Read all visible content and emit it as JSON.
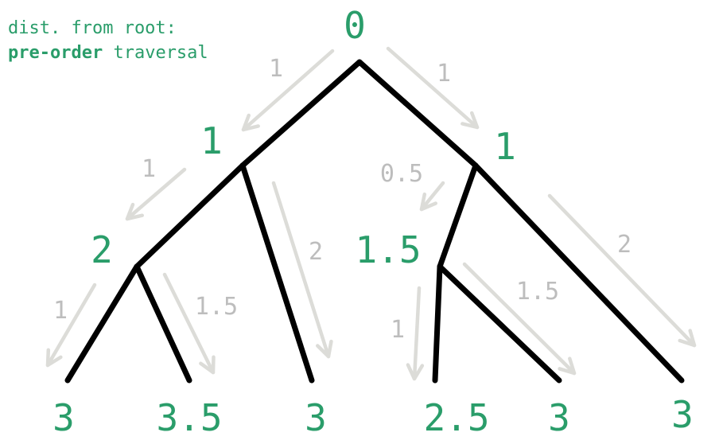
{
  "caption": {
    "line1": "dist. from root:",
    "line2_bold": "pre-order",
    "line2_rest": " traversal"
  },
  "colors": {
    "node_label": "#2a9d6a",
    "edge_label": "#bdbdbd",
    "arrow": "#dcdcd8",
    "edge": "#000000"
  },
  "tree": {
    "nodes": [
      {
        "id": "root",
        "label": "0"
      },
      {
        "id": "a",
        "label": "1"
      },
      {
        "id": "b",
        "label": "1"
      },
      {
        "id": "c",
        "label": "2"
      },
      {
        "id": "d",
        "label": "1.5"
      },
      {
        "id": "leaf1",
        "label": "3"
      },
      {
        "id": "leaf2",
        "label": "3.5"
      },
      {
        "id": "leaf3",
        "label": "3"
      },
      {
        "id": "leaf4",
        "label": "2.5"
      },
      {
        "id": "leaf5",
        "label": "3"
      },
      {
        "id": "leaf6",
        "label": "3"
      }
    ],
    "edges": [
      {
        "id": "root-a",
        "length": "1"
      },
      {
        "id": "root-b",
        "length": "1"
      },
      {
        "id": "a-c",
        "length": "1"
      },
      {
        "id": "a-leaf3",
        "length": "2"
      },
      {
        "id": "c-leaf1",
        "length": "1"
      },
      {
        "id": "c-leaf2",
        "length": "1.5"
      },
      {
        "id": "b-d",
        "length": "0.5"
      },
      {
        "id": "b-leaf6",
        "length": "2"
      },
      {
        "id": "d-leaf4",
        "length": "1"
      },
      {
        "id": "d-leaf5",
        "length": "1.5"
      }
    ]
  }
}
